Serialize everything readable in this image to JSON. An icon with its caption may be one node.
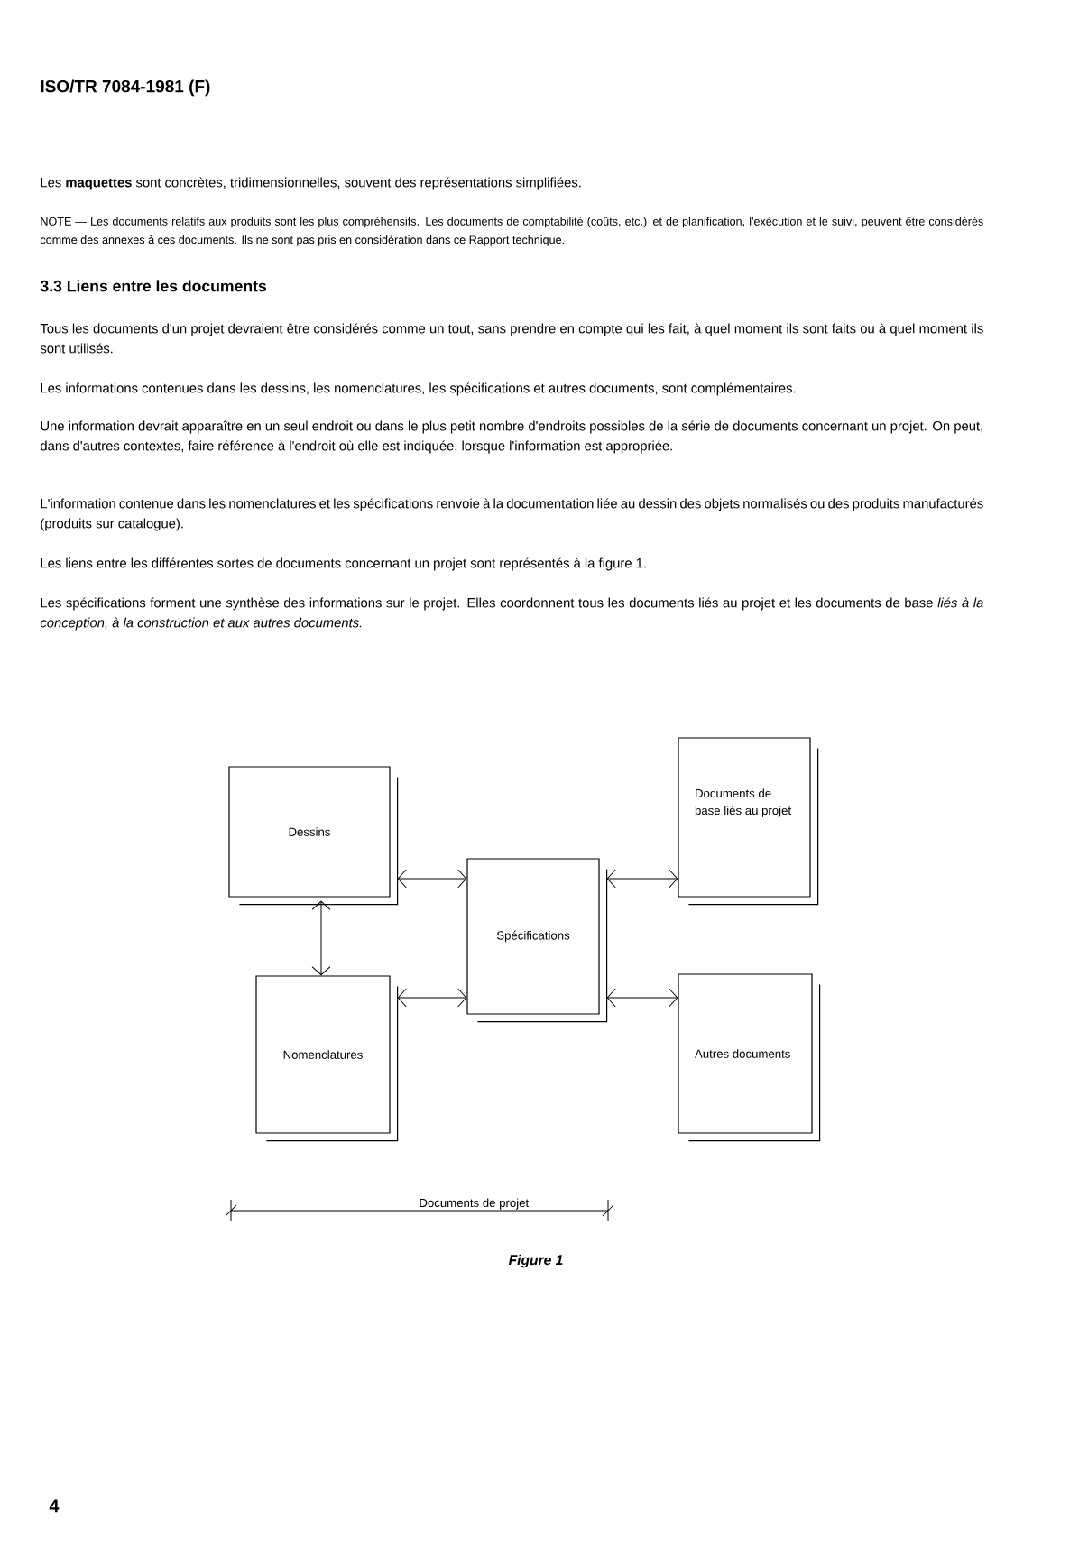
{
  "diagram": {
    "caption": "Figure 1",
    "nodes": [
      {
        "text": [
          "Dessins"
        ]
      },
      {
        "text": [
          "Nomenclatures"
        ]
      },
      {
        "text": [
          "Spécifications"
        ]
      },
      {
        "text": [
          "Documents de base liés au projet"
        ]
      },
      {
        "text": [
          "Autres documents"
        ]
      }
    ],
    "edges": [
      {
        "from": 0,
        "to": 1,
        "arrow": "both"
      },
      {
        "from": 0,
        "to": 2,
        "arrow": "both"
      },
      {
        "from": 1,
        "to": 2,
        "arrow": "both"
      },
      {
        "from": 2,
        "to": 3,
        "arrow": "both"
      },
      {
        "from": 2,
        "to": 4,
        "arrow": "both"
      }
    ],
    "labels": [
      "ISO/TR 7084-1981 (F)",
      "Les **maquettes** sont concrètes, tridimensionnelles, souvent des représentations simplifiées.",
      "NOTE — Les documents relatifs aux produits sont les plus compréhensifs. Les documents de comptabilité (coûts, etc.) et de planification, l'exécution et le suivi, peuvent être considérés comme des annexes à ces documents. Ils ne sont pas pris en considération dans ce Rapport technique.",
      "3.3 Liens entre les documents",
      "Tous les documents d'un projet devraient être considérés comme un tout, sans prendre en compte qui les fait, à quel moment ils sont faits ou à quel moment ils sont utilisés.",
      "Les informations contenues dans les dessins, les nomenclatures, les spécifications et autres documents, sont complémentaires.",
      "Une information devrait apparaître en un seul endroit ou dans le plus petit nombre d'endroits possibles de la série de documents concernant un projet. On peut, dans d'autres contextes, faire référence à l'endroit où elle est indiquée, lorsque l'information est appropriée.",
      "L'information contenue dans les nomenclatures et les spécifications renvoie à la documentation liée au dessin des objets normalisés ou des produits manufacturés (produits sur catalogue).",
      "Les liens entre les différentes sortes de documents concernant un projet sont représentés à la figure 1.",
      "Les spécifications forment une synthèse des informations sur le projet. Elles coordonnent tous les documents liés au projet et les documents de base *liés à la conception, à la construction et aux autres documents.*",
      "Documents de projet",
      "4"
    ]
  }
}
